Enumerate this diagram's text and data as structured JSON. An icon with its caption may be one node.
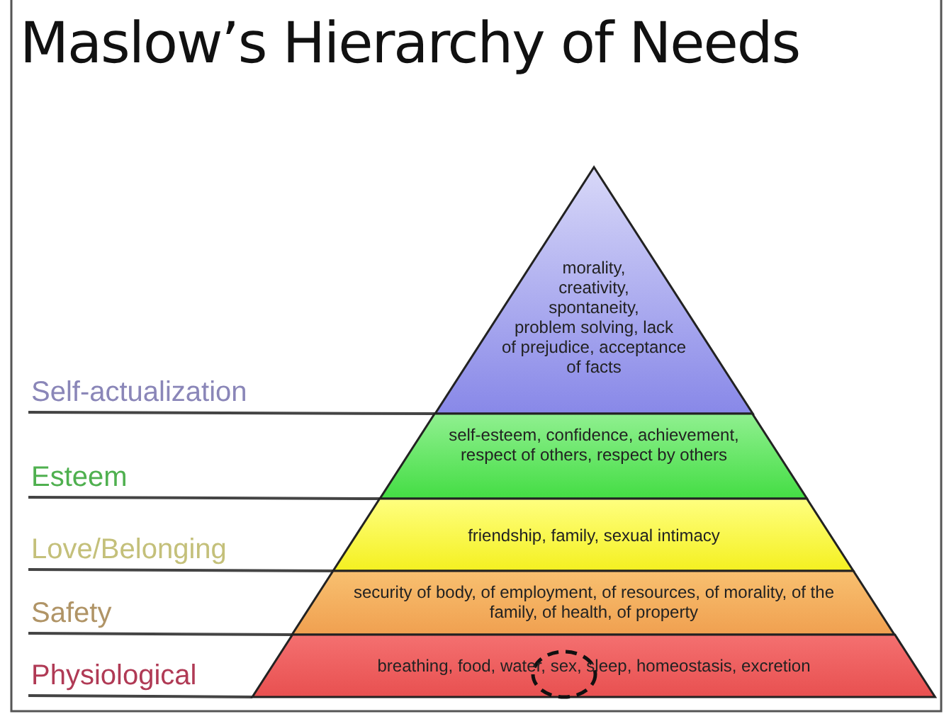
{
  "diagram": {
    "title": "Maslow’s Hierarchy of Needs",
    "nodes": [
      {
        "text": [
          "morality, creativity, spontaneity, problem solving, lack of prejudice, acceptance of facts"
        ]
      },
      {
        "text": [
          "self-esteem, confidence, achievement, respect of others, respect by others"
        ]
      },
      {
        "text": [
          "friendship, family, sexual intimacy"
        ]
      },
      {
        "text": [
          "security of body, of employment, of resources, of morality, of the family, of health, of property"
        ]
      },
      {
        "text": [
          "breathing, food, water, sex, sleep, homeostasis, excretion"
        ]
      },
      {
        "text": [
          "Self-actualization"
        ]
      },
      {
        "text": [
          "Esteem"
        ]
      },
      {
        "text": [
          "Love/Belonging"
        ]
      },
      {
        "text": [
          "Safety"
        ]
      },
      {
        "text": [
          "Physiological"
        ]
      }
    ],
    "edges": [
      {
        "from": 5,
        "to": 0,
        "arrow": "none"
      },
      {
        "from": 6,
        "to": 1,
        "arrow": "none"
      },
      {
        "from": 7,
        "to": 2,
        "arrow": "none"
      },
      {
        "from": 8,
        "to": 3,
        "arrow": "none"
      },
      {
        "from": 9,
        "to": 4,
        "arrow": "none"
      }
    ]
  }
}
